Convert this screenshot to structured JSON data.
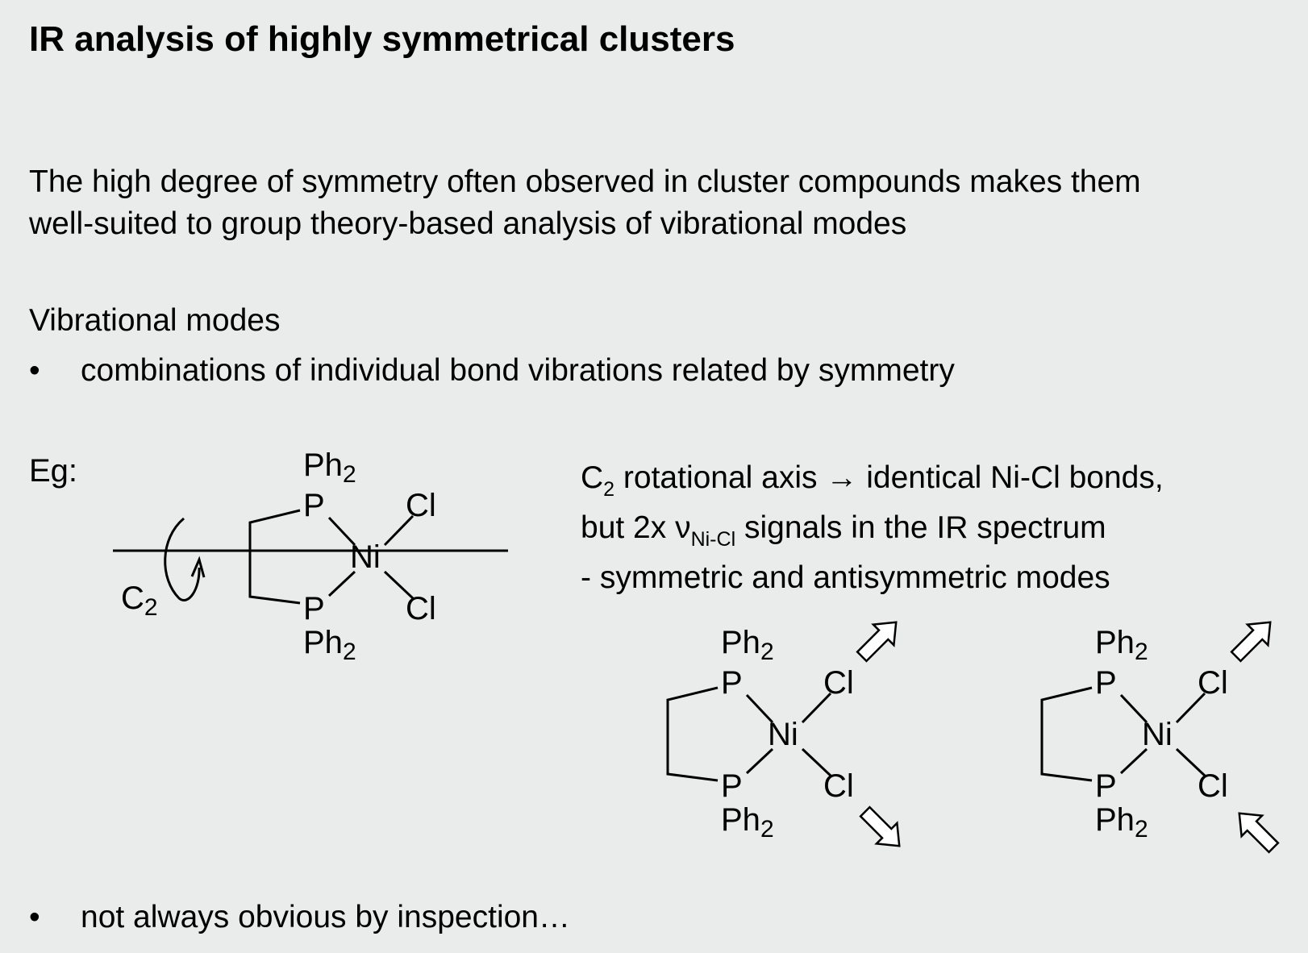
{
  "title": "IR analysis of highly symmetrical clusters",
  "intro": {
    "line1": "The high degree of symmetry often observed in cluster compounds makes them",
    "line2": "well-suited to group theory-based analysis of vibrational modes"
  },
  "section_heading": "Vibrational modes",
  "bullet_symbol": "•",
  "bullets": [
    "combinations of individual bond vibrations related by symmetry",
    "not always obvious by inspection…"
  ],
  "example_label": "Eg:",
  "description": {
    "line1_c": "C",
    "line1_sub": "2",
    "line1_rest": " rotational axis → identical Ni-Cl bonds,",
    "line2_pre": "but 2x ν",
    "line2_sub": "Ni-Cl",
    "line2_rest": " signals in the IR spectrum",
    "line3": "- symmetric and antisymmetric modes"
  },
  "molecule": {
    "ph": "Ph",
    "ph_sub": "2",
    "p": "P",
    "ni": "Ni",
    "cl": "Cl",
    "axis_c": "C",
    "axis_sub": "2"
  }
}
